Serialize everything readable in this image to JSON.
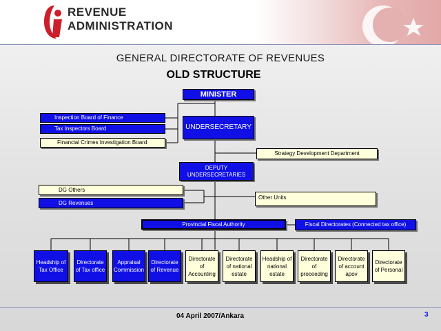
{
  "brand": {
    "line1": "REVENUE",
    "line2": "ADMINISTRATION",
    "accent_color": "#cc1f2b"
  },
  "slide": {
    "title": "GENERAL DIRECTORATE OF REVENUES",
    "subtitle": "OLD STRUCTURE",
    "footer": "04 April 2007/Ankara",
    "page_number": "3"
  },
  "colors": {
    "blue_box": "#1010e6",
    "cream_box": "#ffffdc"
  },
  "org": {
    "minister": "MINISTER",
    "boards": [
      "Inspection Board of Finance",
      "Tax Inspectors Board",
      "Financial Crimes Investigation Board"
    ],
    "undersecretary": "UNDERSECRETARY",
    "strategy_dept": "Strategy Development Department",
    "deputy": {
      "line1": "DEPUTY",
      "line2": "UNDERSECRETARIES"
    },
    "dg_others": "DG Others",
    "dg_revenues": "DG Revenues",
    "other_units": "Other Units",
    "provincial": "Provincial Fiscal Authority",
    "fiscal_directorates": "Fiscal Directorates (Connected tax office)",
    "departments": [
      "Headship of Tax Office",
      "Directorate of Tax office",
      "Appraisal Commission",
      "Directorate of Revenue",
      "Directorate of Accounting",
      "Directorate of national estate",
      "Headship of national estate",
      "Directorate of proceeding",
      "Directorate of account apov",
      "Directorate of Personal"
    ]
  }
}
